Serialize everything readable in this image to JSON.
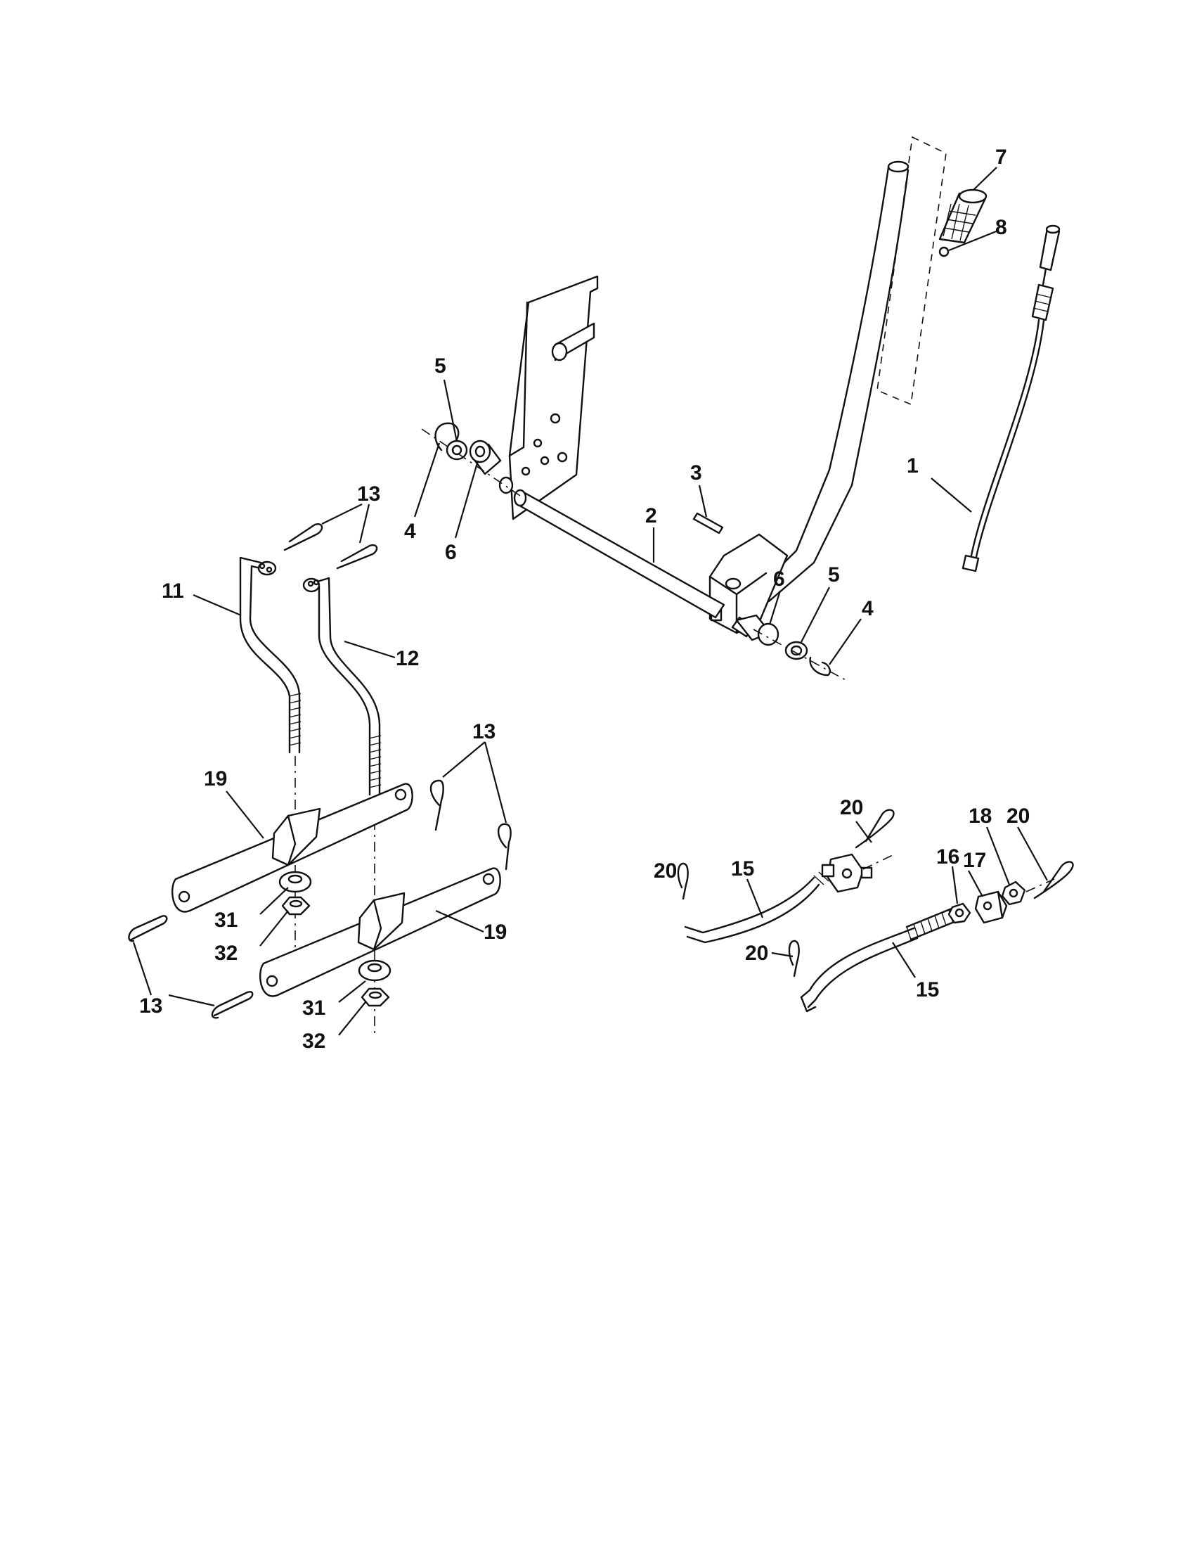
{
  "callouts": [
    {
      "id": "c1",
      "label": "1"
    },
    {
      "id": "c2",
      "label": "2"
    },
    {
      "id": "c3",
      "label": "3"
    },
    {
      "id": "c4a",
      "label": "4"
    },
    {
      "id": "c4b",
      "label": "4"
    },
    {
      "id": "c5a",
      "label": "5"
    },
    {
      "id": "c5b",
      "label": "5"
    },
    {
      "id": "c6a",
      "label": "6"
    },
    {
      "id": "c6b",
      "label": "6"
    },
    {
      "id": "c7",
      "label": "7"
    },
    {
      "id": "c8",
      "label": "8"
    },
    {
      "id": "c11",
      "label": "11"
    },
    {
      "id": "c12",
      "label": "12"
    },
    {
      "id": "c13a",
      "label": "13"
    },
    {
      "id": "c13b",
      "label": "13"
    },
    {
      "id": "c13c",
      "label": "13"
    },
    {
      "id": "c15a",
      "label": "15"
    },
    {
      "id": "c15b",
      "label": "15"
    },
    {
      "id": "c16",
      "label": "16"
    },
    {
      "id": "c17",
      "label": "17"
    },
    {
      "id": "c18",
      "label": "18"
    },
    {
      "id": "c19a",
      "label": "19"
    },
    {
      "id": "c19b",
      "label": "19"
    },
    {
      "id": "c20a",
      "label": "20"
    },
    {
      "id": "c20b",
      "label": "20"
    },
    {
      "id": "c20c",
      "label": "20"
    },
    {
      "id": "c20d",
      "label": "20"
    },
    {
      "id": "c31a",
      "label": "31"
    },
    {
      "id": "c31b",
      "label": "31"
    },
    {
      "id": "c32a",
      "label": "32"
    },
    {
      "id": "c32b",
      "label": "32"
    }
  ]
}
